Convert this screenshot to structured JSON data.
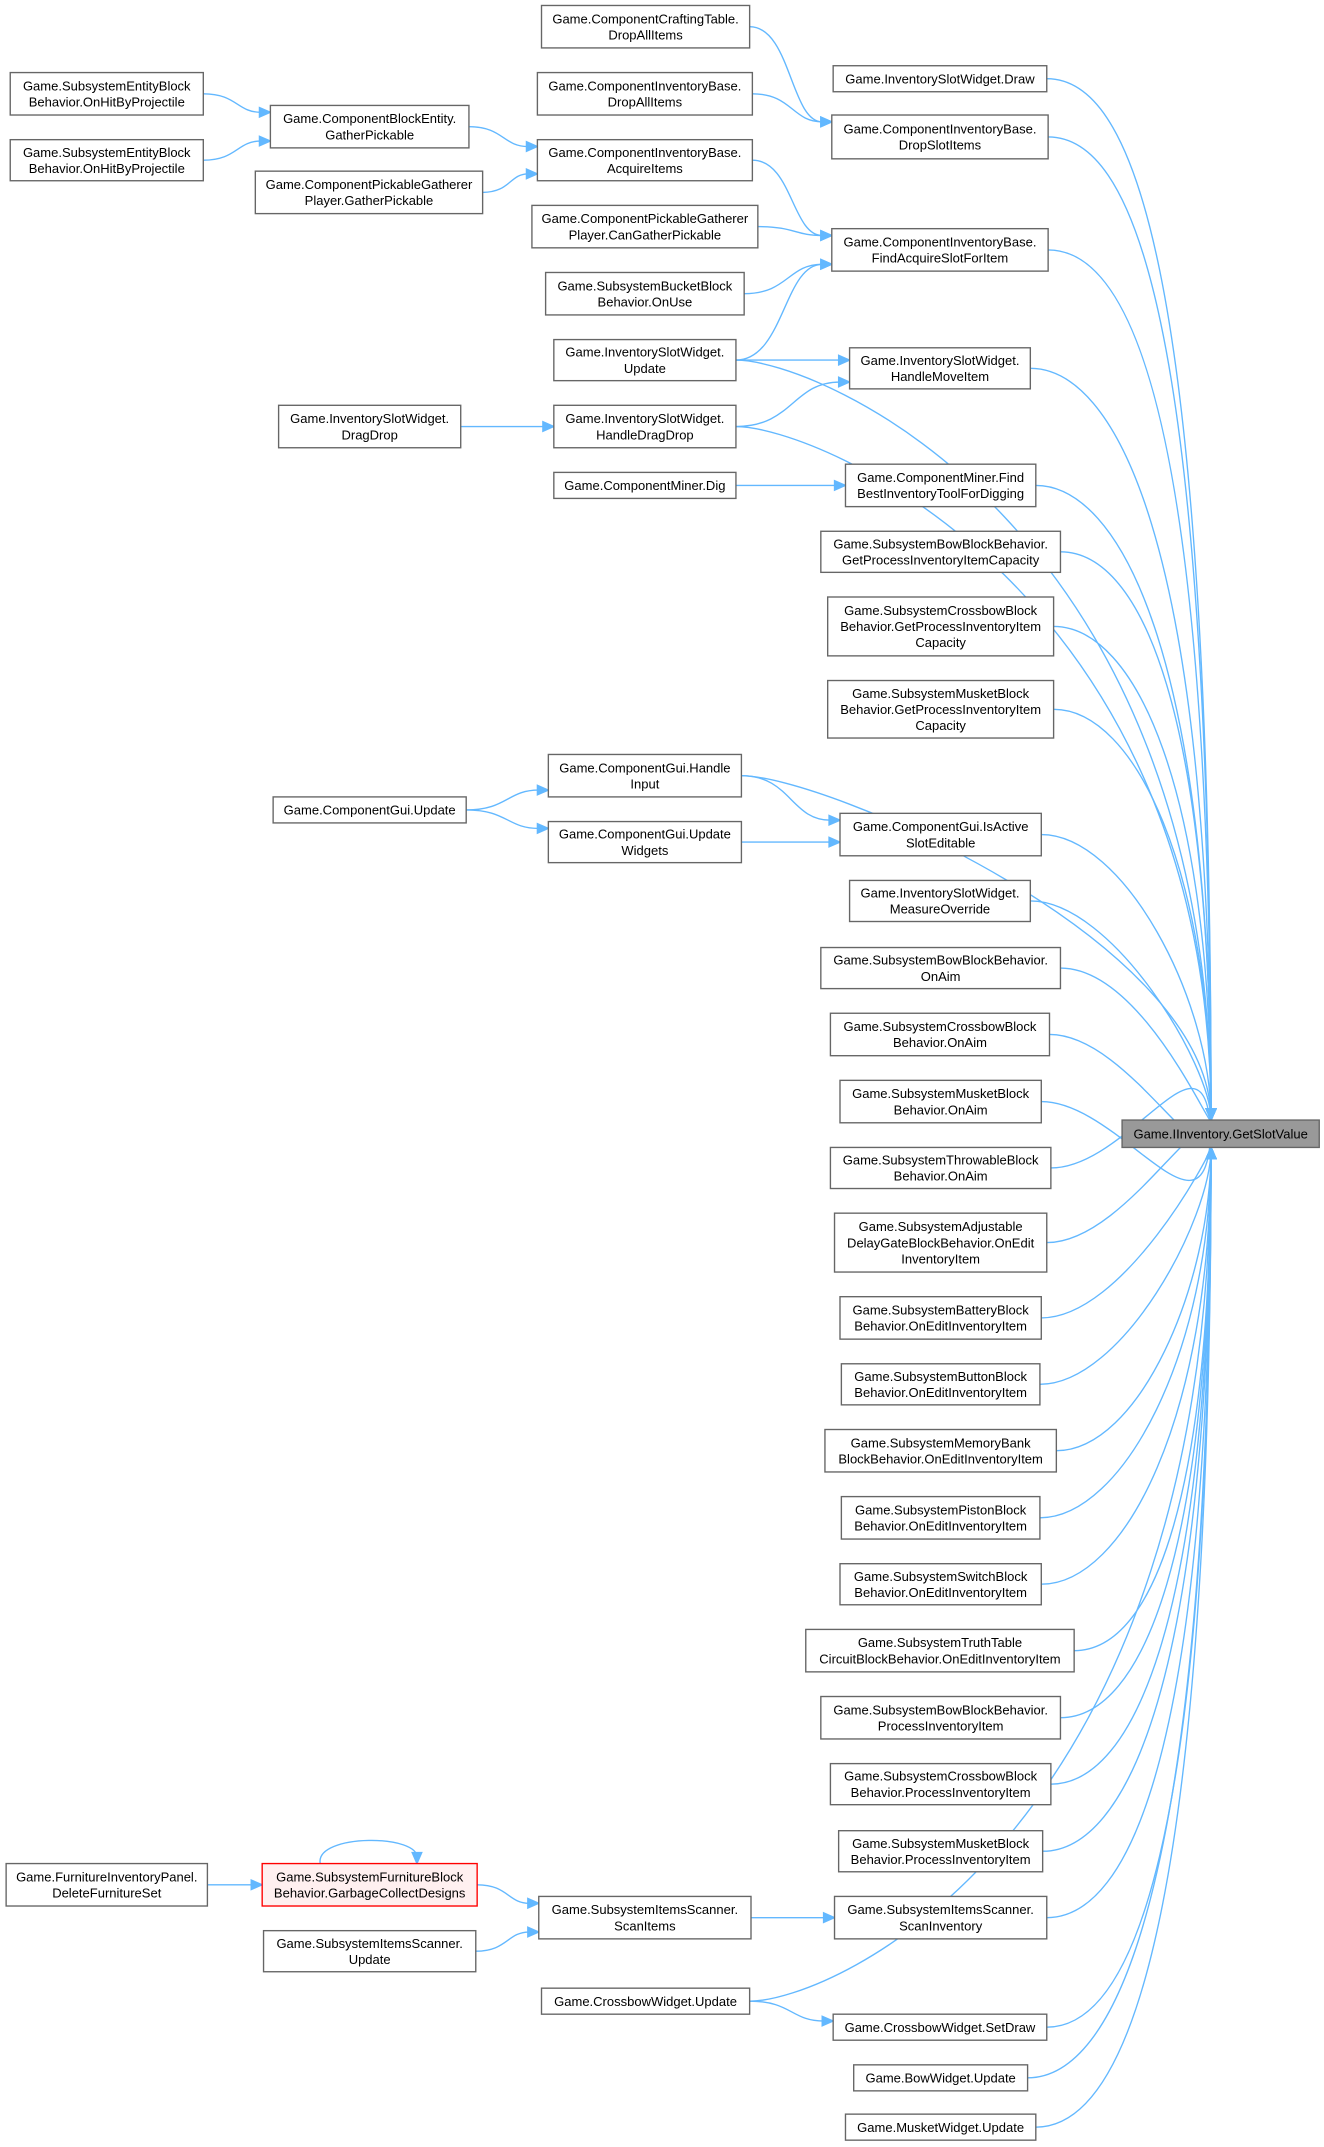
{
  "title": "Game.IInventory.GetSlotValue caller graph",
  "colors": {
    "edge": "#63b8ff",
    "node_border": "#666666",
    "target_fill": "#999999",
    "error_border": "#ff0000",
    "error_fill": "#fff0f0"
  },
  "nodes": {
    "target": {
      "lines": [
        "Game.IInventory.GetSlotValue"
      ]
    },
    "r1": {
      "lines": [
        "Game.InventorySlotWidget.Draw"
      ]
    },
    "r2": {
      "lines": [
        "Game.ComponentInventoryBase.",
        "DropSlotItems"
      ]
    },
    "r3": {
      "lines": [
        "Game.ComponentInventoryBase.",
        "FindAcquireSlotForItem"
      ]
    },
    "r4": {
      "lines": [
        "Game.InventorySlotWidget.",
        "HandleMoveItem"
      ]
    },
    "r5": {
      "lines": [
        "Game.ComponentMiner.Find",
        "BestInventoryToolForDigging"
      ]
    },
    "r6": {
      "lines": [
        "Game.SubsystemBowBlockBehavior.",
        "GetProcessInventoryItemCapacity"
      ]
    },
    "r7": {
      "lines": [
        "Game.SubsystemCrossbowBlock",
        "Behavior.GetProcessInventoryItem",
        "Capacity"
      ]
    },
    "r8": {
      "lines": [
        "Game.SubsystemMusketBlock",
        "Behavior.GetProcessInventoryItem",
        "Capacity"
      ]
    },
    "r9": {
      "lines": [
        "Game.ComponentGui.IsActive",
        "SlotEditable"
      ]
    },
    "r10": {
      "lines": [
        "Game.InventorySlotWidget.",
        "MeasureOverride"
      ]
    },
    "r11": {
      "lines": [
        "Game.SubsystemBowBlockBehavior.",
        "OnAim"
      ]
    },
    "r12": {
      "lines": [
        "Game.SubsystemCrossbowBlock",
        "Behavior.OnAim"
      ]
    },
    "r13": {
      "lines": [
        "Game.SubsystemMusketBlock",
        "Behavior.OnAim"
      ]
    },
    "r14": {
      "lines": [
        "Game.SubsystemThrowableBlock",
        "Behavior.OnAim"
      ]
    },
    "r15": {
      "lines": [
        "Game.SubsystemAdjustable",
        "DelayGateBlockBehavior.OnEdit",
        "InventoryItem"
      ]
    },
    "r16": {
      "lines": [
        "Game.SubsystemBatteryBlock",
        "Behavior.OnEditInventoryItem"
      ]
    },
    "r17": {
      "lines": [
        "Game.SubsystemButtonBlock",
        "Behavior.OnEditInventoryItem"
      ]
    },
    "r18": {
      "lines": [
        "Game.SubsystemMemoryBank",
        "BlockBehavior.OnEditInventoryItem"
      ]
    },
    "r19": {
      "lines": [
        "Game.SubsystemPistonBlock",
        "Behavior.OnEditInventoryItem"
      ]
    },
    "r20": {
      "lines": [
        "Game.SubsystemSwitchBlock",
        "Behavior.OnEditInventoryItem"
      ]
    },
    "r21": {
      "lines": [
        "Game.SubsystemTruthTable",
        "CircuitBlockBehavior.OnEditInventoryItem"
      ]
    },
    "r22": {
      "lines": [
        "Game.SubsystemBowBlockBehavior.",
        "ProcessInventoryItem"
      ]
    },
    "r23": {
      "lines": [
        "Game.SubsystemCrossbowBlock",
        "Behavior.ProcessInventoryItem"
      ]
    },
    "r24": {
      "lines": [
        "Game.SubsystemMusketBlock",
        "Behavior.ProcessInventoryItem"
      ]
    },
    "r25": {
      "lines": [
        "Game.SubsystemItemsScanner.",
        "ScanInventory"
      ]
    },
    "r26": {
      "lines": [
        "Game.CrossbowWidget.SetDraw"
      ]
    },
    "r27": {
      "lines": [
        "Game.BowWidget.Update"
      ]
    },
    "r28": {
      "lines": [
        "Game.MusketWidget.Update"
      ]
    },
    "a": {
      "lines": [
        "Game.ComponentCraftingTable.",
        "DropAllItems"
      ]
    },
    "b": {
      "lines": [
        "Game.ComponentInventoryBase.",
        "DropAllItems"
      ]
    },
    "c": {
      "lines": [
        "Game.ComponentInventoryBase.",
        "AcquireItems"
      ]
    },
    "d": {
      "lines": [
        "Game.ComponentPickableGatherer",
        "Player.CanGatherPickable"
      ]
    },
    "e": {
      "lines": [
        "Game.SubsystemBucketBlock",
        "Behavior.OnUse"
      ]
    },
    "f": {
      "lines": [
        "Game.InventorySlotWidget.",
        "Update"
      ]
    },
    "g": {
      "lines": [
        "Game.InventorySlotWidget.",
        "HandleDragDrop"
      ]
    },
    "h": {
      "lines": [
        "Game.ComponentMiner.Dig"
      ]
    },
    "i": {
      "lines": [
        "Game.ComponentGui.Handle",
        "Input"
      ]
    },
    "j": {
      "lines": [
        "Game.ComponentGui.Update",
        "Widgets"
      ]
    },
    "k": {
      "lines": [
        "Game.SubsystemItemsScanner.",
        "ScanItems"
      ]
    },
    "l": {
      "lines": [
        "Game.CrossbowWidget.Update"
      ]
    },
    "m": {
      "lines": [
        "Game.ComponentBlockEntity.",
        "GatherPickable"
      ]
    },
    "n": {
      "lines": [
        "Game.ComponentPickableGatherer",
        "Player.GatherPickable"
      ]
    },
    "o": {
      "lines": [
        "Game.InventorySlotWidget.",
        "DragDrop"
      ]
    },
    "p": {
      "lines": [
        "Game.ComponentGui.Update"
      ]
    },
    "q": {
      "lines": [
        "Game.SubsystemFurnitureBlock",
        "Behavior.GarbageCollectDesigns"
      ],
      "error": true
    },
    "r": {
      "lines": [
        "Game.SubsystemItemsScanner.",
        "Update"
      ]
    },
    "s": {
      "lines": [
        "Game.SubsystemEntityBlock",
        "Behavior.OnHitByProjectile"
      ]
    },
    "t": {
      "lines": [
        "Game.SubsystemEntityBlock",
        "Behavior.OnHitByProjectile"
      ]
    },
    "u": {
      "lines": [
        "Game.FurnitureInventoryPanel.",
        "DeleteFurnitureSet"
      ]
    }
  },
  "edges": [
    [
      "s",
      "m"
    ],
    [
      "t",
      "m"
    ],
    [
      "m",
      "c"
    ],
    [
      "n",
      "c"
    ],
    [
      "a",
      "r2"
    ],
    [
      "b",
      "r2"
    ],
    [
      "c",
      "r3"
    ],
    [
      "d",
      "r3"
    ],
    [
      "e",
      "r3"
    ],
    [
      "f",
      "r3"
    ],
    [
      "f",
      "target"
    ],
    [
      "f",
      "r4"
    ],
    [
      "g",
      "r4"
    ],
    [
      "g",
      "target"
    ],
    [
      "o",
      "g"
    ],
    [
      "h",
      "r5"
    ],
    [
      "i",
      "target"
    ],
    [
      "i",
      "r9"
    ],
    [
      "j",
      "r9"
    ],
    [
      "p",
      "i"
    ],
    [
      "p",
      "j"
    ],
    [
      "u",
      "q"
    ],
    [
      "q",
      "q"
    ],
    [
      "q",
      "k"
    ],
    [
      "r",
      "k"
    ],
    [
      "k",
      "r25"
    ],
    [
      "l",
      "target"
    ],
    [
      "l",
      "r26"
    ],
    [
      "r1",
      "target"
    ],
    [
      "r2",
      "target"
    ],
    [
      "r3",
      "target"
    ],
    [
      "r4",
      "target"
    ],
    [
      "r5",
      "target"
    ],
    [
      "r6",
      "target"
    ],
    [
      "r7",
      "target"
    ],
    [
      "r8",
      "target"
    ],
    [
      "r9",
      "target"
    ],
    [
      "r10",
      "target"
    ],
    [
      "r11",
      "target"
    ],
    [
      "r12",
      "target"
    ],
    [
      "r13",
      "target"
    ],
    [
      "r14",
      "target"
    ],
    [
      "r15",
      "target"
    ],
    [
      "r16",
      "target"
    ],
    [
      "r17",
      "target"
    ],
    [
      "r18",
      "target"
    ],
    [
      "r19",
      "target"
    ],
    [
      "r20",
      "target"
    ],
    [
      "r21",
      "target"
    ],
    [
      "r22",
      "target"
    ],
    [
      "r23",
      "target"
    ],
    [
      "r24",
      "target"
    ],
    [
      "r25",
      "target"
    ],
    [
      "r26",
      "target"
    ],
    [
      "r27",
      "target"
    ],
    [
      "r28",
      "target"
    ]
  ]
}
